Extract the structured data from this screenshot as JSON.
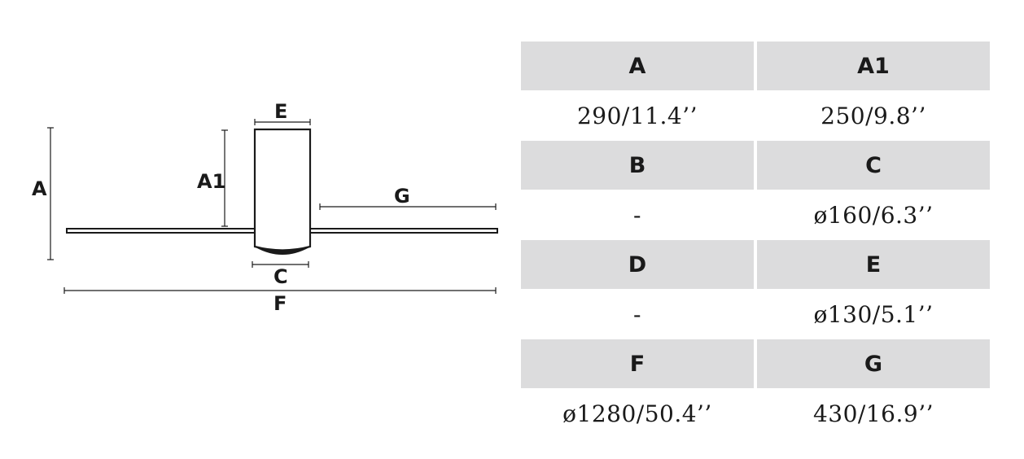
{
  "diagram": {
    "labels": {
      "A": "A",
      "A1": "A1",
      "C": "C",
      "E": "E",
      "F": "F",
      "G": "G"
    }
  },
  "table": {
    "rows": [
      {
        "type": "head",
        "cells": [
          "A",
          "A1"
        ]
      },
      {
        "type": "val",
        "cells": [
          "290/11.4’’",
          "250/9.8’’"
        ]
      },
      {
        "type": "head",
        "cells": [
          "B",
          "C"
        ]
      },
      {
        "type": "val",
        "cells": [
          "-",
          "ø160/6.3’’"
        ]
      },
      {
        "type": "head",
        "cells": [
          "D",
          "E"
        ]
      },
      {
        "type": "val",
        "cells": [
          "-",
          "ø130/5.1’’"
        ]
      },
      {
        "type": "head",
        "cells": [
          "F",
          "G"
        ]
      },
      {
        "type": "val",
        "cells": [
          "ø1280/50.4’’",
          "430/16.9’’"
        ]
      }
    ]
  },
  "colors": {
    "header_bg": "#dcdcdd",
    "line": "#1a1a1a"
  }
}
